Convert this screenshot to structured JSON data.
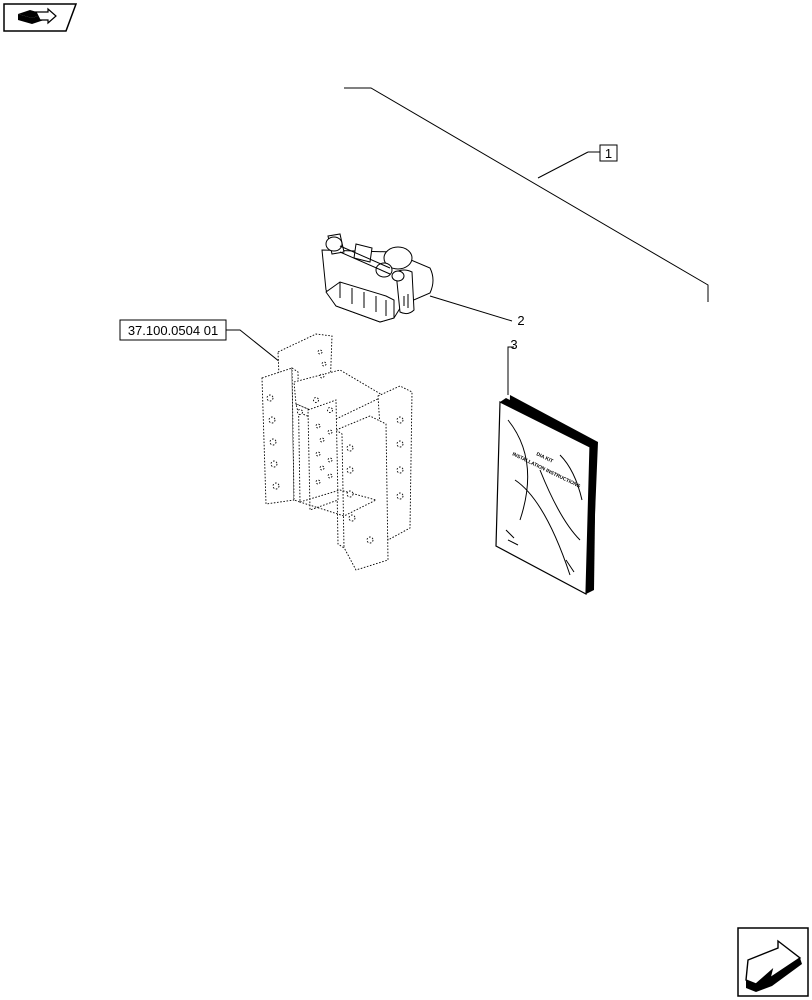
{
  "nav": {
    "top_icon": "book-arrow-icon",
    "bottom_icon": "next-page-arrow-icon"
  },
  "callouts": {
    "item1": "1",
    "item2": "2",
    "item3": "3"
  },
  "reference": {
    "label": "37.100.0504 01"
  },
  "manual": {
    "line1": "DIA KIT",
    "line2": "INSTALLATION INSTRUCTIONS"
  }
}
